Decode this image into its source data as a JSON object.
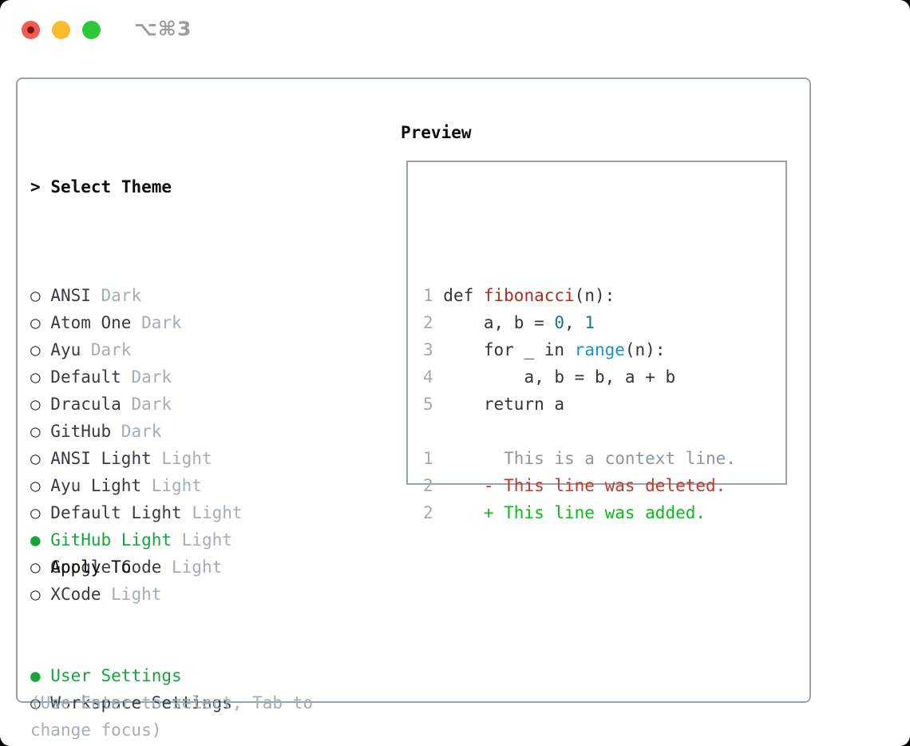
{
  "window": {
    "title": "⌥⌘3",
    "traffic_lights": [
      "close",
      "minimize",
      "zoom"
    ]
  },
  "glyphs": {
    "cursor": ">",
    "radio_on": "●",
    "radio_off": "○"
  },
  "colors": {
    "traffic-red": "#f15b51",
    "traffic-red-dot": "#7e150f",
    "traffic-yellow": "#fcbb2d",
    "traffic-green": "#2bc938",
    "title-gray": "#9a9ea3",
    "panel-border": "#99a3ad",
    "text-dark": "#363c44",
    "text-black": "#0c0e10",
    "text-muted": "#a4adb8",
    "sel-green": "#16a53c",
    "code-plain": "#2e353c",
    "code-fn": "#b02a1e",
    "code-num": "#117a80",
    "code-builtin": "#1495cf",
    "code-ln": "#9faab4",
    "diff-ctx": "#8e979f",
    "diff-del": "#c43a29",
    "diff-add": "#07bd16"
  },
  "theme_picker": {
    "header": {
      "marker": ">",
      "label": "Select Theme"
    },
    "items": [
      {
        "name": "ANSI",
        "variant": "Dark",
        "selected": false
      },
      {
        "name": "Atom One",
        "variant": "Dark",
        "selected": false
      },
      {
        "name": "Ayu",
        "variant": "Dark",
        "selected": false
      },
      {
        "name": "Default",
        "variant": "Dark",
        "selected": false
      },
      {
        "name": "Dracula",
        "variant": "Dark",
        "selected": false
      },
      {
        "name": "GitHub",
        "variant": "Dark",
        "selected": false
      },
      {
        "name": "ANSI Light",
        "variant": "Light",
        "selected": false
      },
      {
        "name": "Ayu Light",
        "variant": "Light",
        "selected": false
      },
      {
        "name": "Default Light",
        "variant": "Light",
        "selected": false
      },
      {
        "name": "GitHub Light",
        "variant": "Light",
        "selected": true
      },
      {
        "name": "Google Code",
        "variant": "Light",
        "selected": false
      },
      {
        "name": "XCode",
        "variant": "Light",
        "selected": false
      }
    ],
    "apply_to": {
      "label": "Apply To",
      "options": [
        {
          "name": "User Settings",
          "selected": true
        },
        {
          "name": "Workspace Settings",
          "selected": false
        }
      ]
    },
    "help_lines": [
      "(Use Enter to select, Tab to",
      "change focus)"
    ]
  },
  "preview": {
    "label": "Preview",
    "lines": [
      {
        "num": "1",
        "tokens": [
          {
            "t": " def ",
            "c": "plain"
          },
          {
            "t": "fibonacci",
            "c": "fn"
          },
          {
            "t": "(n):",
            "c": "plain"
          }
        ]
      },
      {
        "num": "2",
        "tokens": [
          {
            "t": "     a, b = ",
            "c": "plain"
          },
          {
            "t": "0",
            "c": "num"
          },
          {
            "t": ", ",
            "c": "plain"
          },
          {
            "t": "1",
            "c": "num"
          }
        ]
      },
      {
        "num": "3",
        "tokens": [
          {
            "t": "     for _ in ",
            "c": "plain"
          },
          {
            "t": "range",
            "c": "builtin"
          },
          {
            "t": "(n):",
            "c": "plain"
          }
        ]
      },
      {
        "num": "4",
        "tokens": [
          {
            "t": "         a, b = b, a + b",
            "c": "plain"
          }
        ]
      },
      {
        "num": "5",
        "tokens": [
          {
            "t": "     return a",
            "c": "plain"
          }
        ]
      },
      {
        "num": "",
        "tokens": []
      },
      {
        "num": "1",
        "tokens": [
          {
            "t": "       This is a context line.",
            "c": "ctx"
          }
        ]
      },
      {
        "num": "2",
        "tokens": [
          {
            "t": "     ",
            "c": "plain"
          },
          {
            "t": "- This line was deleted.",
            "c": "del"
          }
        ]
      },
      {
        "num": "2",
        "tokens": [
          {
            "t": "     ",
            "c": "plain"
          },
          {
            "t": "+ This line was added.",
            "c": "add"
          }
        ]
      }
    ]
  }
}
